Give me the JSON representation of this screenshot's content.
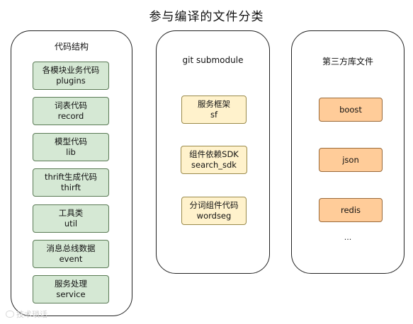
{
  "title": "参与编译的文件分类",
  "columns": {
    "code": {
      "title": "代码结构",
      "items": [
        {
          "line1": "各模块业务代码",
          "line2": "plugins"
        },
        {
          "line1": "词表代码",
          "line2": "record"
        },
        {
          "line1": "模型代码",
          "line2": "lib"
        },
        {
          "line1": "thrift生成代码",
          "line2": "thirft"
        },
        {
          "line1": "工具类",
          "line2": "util"
        },
        {
          "line1": "消息总线数据",
          "line2": "event"
        },
        {
          "line1": "服务处理",
          "line2": "service"
        }
      ]
    },
    "git": {
      "title": "git submodule",
      "items": [
        {
          "line1": "服务框架",
          "line2": "sf"
        },
        {
          "line1": "组件依赖SDK",
          "line2": "search_sdk"
        },
        {
          "line1": "分词组件代码",
          "line2": "wordseg"
        }
      ]
    },
    "third": {
      "title": "第三方库文件",
      "items": [
        {
          "label": "boost"
        },
        {
          "label": "json"
        },
        {
          "label": "redis"
        }
      ],
      "ellipsis": "..."
    }
  },
  "watermark": "技术琐话",
  "colors": {
    "green_fill": "#d5e8d4",
    "yellow_fill": "#fff2cc",
    "orange_fill": "#ffcc99"
  }
}
